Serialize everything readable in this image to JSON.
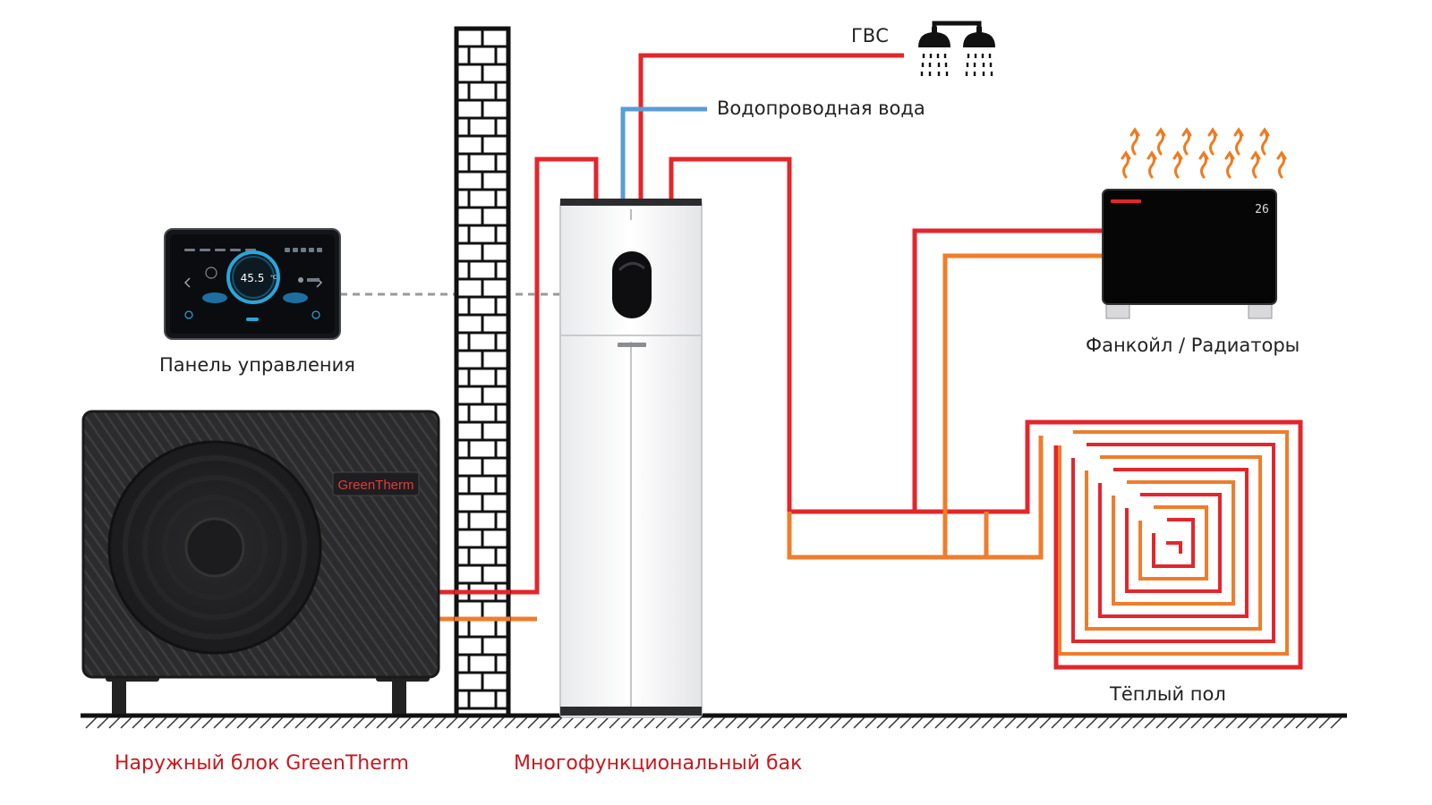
{
  "labels": {
    "dhw": "ГВС",
    "tap_water": "Водопроводная вода",
    "control_panel": "Панель управления",
    "fancoil": "Фанкойл / Радиаторы",
    "floor_heating": "Тёплый пол",
    "outdoor_unit": "Наружный блок GreenTherm",
    "tank": "Многофункциональный бак"
  },
  "outdoor_unit": {
    "brand": "GreenTherm"
  },
  "control_panel_screen": {
    "temperature": "45.5",
    "unit": "°C"
  },
  "fancoil_display": {
    "value": "26"
  },
  "colors": {
    "supply_pipe": "#e3262c",
    "return_pipe": "#ef7d2b",
    "cold_water_pipe": "#5b9bd5",
    "label_red": "#c8181e",
    "label_dark": "#222222",
    "heat_arrows": "#f07a20",
    "outdoor_unit_body": "#2b2b2d",
    "panel_body": "#141519"
  },
  "icons": [
    "shower-icon",
    "heat-arrow-icon",
    "fan-icon",
    "brick-wall"
  ]
}
